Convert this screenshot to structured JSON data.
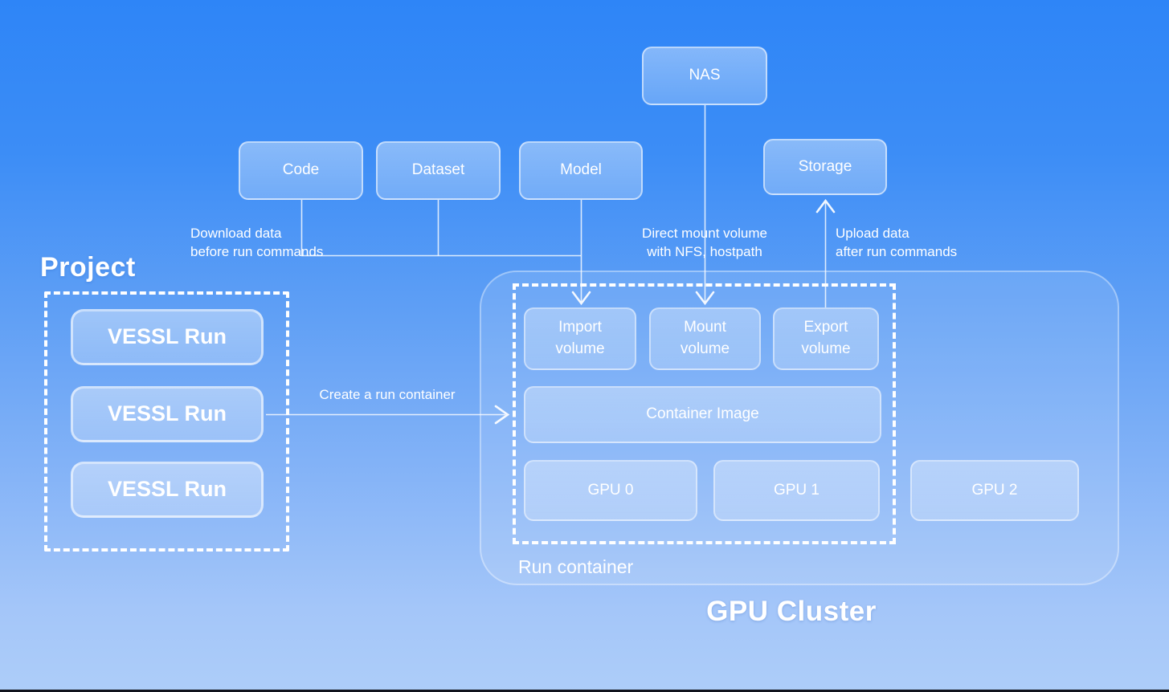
{
  "palette": {
    "background_top": "#2e85f7",
    "background_bottom": "#adcdf9",
    "node_border": "rgba(255,255,255,0.55)",
    "node_fill": "rgba(255,255,255,0.30)",
    "connector": "rgba(255,255,255,0.85)",
    "text": "#ffffff"
  },
  "sources": {
    "nas": "NAS",
    "code": "Code",
    "dataset": "Dataset",
    "model": "Model",
    "storage": "Storage"
  },
  "project": {
    "title": "Project",
    "runs": [
      "VESSL Run",
      "VESSL Run",
      "VESSL Run"
    ]
  },
  "gpu_cluster": {
    "title": "GPU Cluster",
    "gpu2": "GPU 2",
    "run_container": {
      "label": "Run container",
      "import_volume": "Import volume",
      "mount_volume": "Mount volume",
      "export_volume": "Export volume",
      "container_image": "Container Image",
      "gpu0": "GPU 0",
      "gpu1": "GPU 1"
    }
  },
  "annotations": {
    "download": {
      "line1": "Download data",
      "line2": "before run commands"
    },
    "direct_mount": {
      "line1": "Direct mount volume",
      "line2": "with NFS, hostpath"
    },
    "upload": {
      "line1": "Upload data",
      "line2": "after run commands"
    },
    "create_run": "Create a run container"
  }
}
